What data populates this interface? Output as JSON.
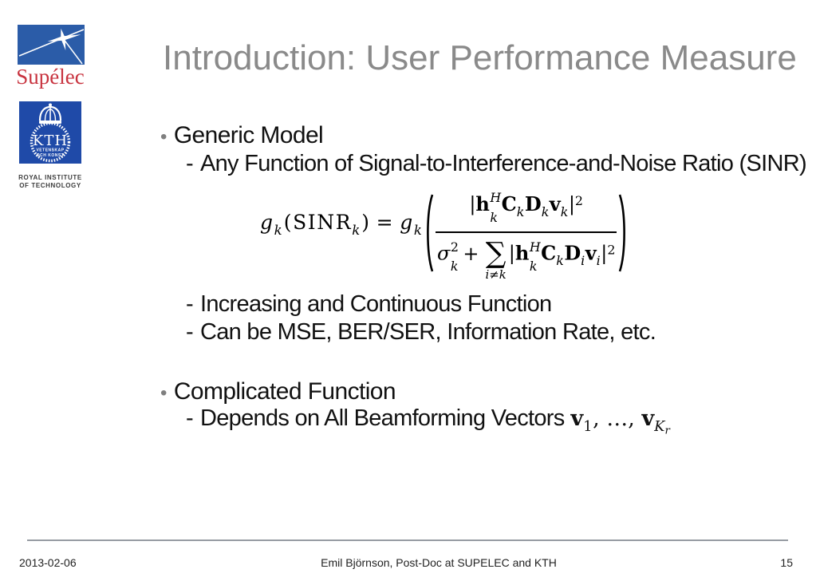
{
  "title": {
    "text": "Introduction: User Performance Measure"
  },
  "logos": {
    "supelec": {
      "wordmark": "Supélec"
    },
    "kth": {
      "monogram": "KTH",
      "motto1": "VETENSKAP",
      "motto2": "OCH KONST",
      "caption1": "ROYAL INSTITUTE",
      "caption2": "OF TECHNOLOGY"
    }
  },
  "glyphs": {
    "bullet": "•",
    "dash": "-"
  },
  "content": {
    "bullet1": "Generic Model",
    "sub1": "Any Function of Signal-to-Interference-and-Noise Ratio (SINR)",
    "sub2": "Increasing and Continuous Function",
    "sub3": "Can be MSE, BER/SER, Information Rate, etc.",
    "bullet2": "Complicated Function",
    "sub4": "Depends on All Beamforming Vectors"
  },
  "formula": {
    "open": "(",
    "close": ")",
    "lhs": [
      {
        "t": "it",
        "v": "g"
      },
      {
        "t": "sub",
        "v": "k"
      },
      {
        "t": "rm",
        "v": "(SINR"
      },
      {
        "t": "sub",
        "v": "k"
      },
      {
        "t": "rm",
        "v": ")"
      },
      {
        "t": "eq",
        "v": "="
      },
      {
        "t": "it",
        "v": "g"
      },
      {
        "t": "sub",
        "v": "k"
      }
    ],
    "num": [
      {
        "t": "rm",
        "v": "|"
      },
      {
        "t": "bf",
        "v": "h"
      },
      {
        "t": "supsub",
        "sup": "H",
        "sub": "k"
      },
      {
        "t": "bf",
        "v": "C"
      },
      {
        "t": "sub",
        "v": "k"
      },
      {
        "t": "bf",
        "v": "D"
      },
      {
        "t": "sub",
        "v": "k"
      },
      {
        "t": "bf",
        "v": "v"
      },
      {
        "t": "sub",
        "v": "k"
      },
      {
        "t": "rm",
        "v": "|"
      },
      {
        "t": "sup",
        "v": "2"
      }
    ],
    "den": [
      {
        "t": "it",
        "v": "σ"
      },
      {
        "t": "supsub",
        "sup": "2",
        "sub": "k"
      },
      {
        "t": "plus",
        "v": "+"
      },
      {
        "t": "sum",
        "v": "∑",
        "under": "i≠k"
      },
      {
        "t": "rm",
        "v": "|"
      },
      {
        "t": "bf",
        "v": "h"
      },
      {
        "t": "supsub",
        "sup": "H",
        "sub": "k"
      },
      {
        "t": "bf",
        "v": "C"
      },
      {
        "t": "sub",
        "v": "k"
      },
      {
        "t": "bf",
        "v": "D"
      },
      {
        "t": "sub",
        "v": "i"
      },
      {
        "t": "bf",
        "v": "v"
      },
      {
        "t": "sub",
        "v": "i"
      },
      {
        "t": "rm",
        "v": "|"
      },
      {
        "t": "sup",
        "v": "2"
      }
    ]
  },
  "inline_math": {
    "vectors": [
      {
        "t": "bf",
        "v": "v"
      },
      {
        "t": "sub",
        "v": "1"
      },
      {
        "t": "rm",
        "v": ", …, "
      },
      {
        "t": "bf",
        "v": "v"
      },
      {
        "t": "sub2",
        "v": "K",
        "v2": "r"
      }
    ]
  },
  "footer": {
    "date": "2013-02-06",
    "center": "Emil Björnson, Post-Doc at SUPELEC and KTH",
    "page": "15"
  },
  "colors": {
    "title": "#8a8a8a",
    "text": "#111111",
    "bullet": "#7f7f7f",
    "supelec_blue": "#2b5ca8",
    "supelec_red": "#c8333f",
    "kth_blue": "#1f4aa8",
    "footer_line": "#979ca3"
  }
}
